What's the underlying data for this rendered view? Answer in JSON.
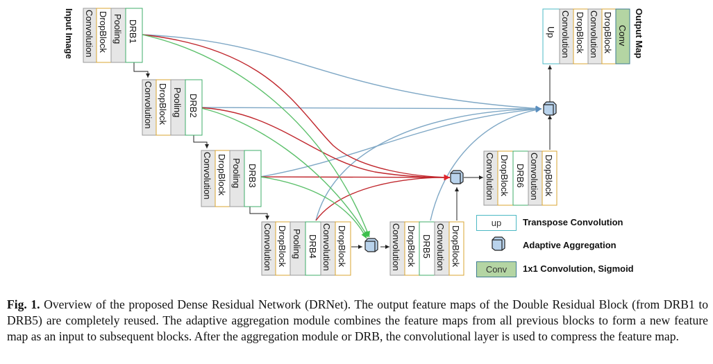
{
  "labels": {
    "input_image": "Input Image",
    "output_map": "Output Map",
    "convolution": "Convolution",
    "dropblock": "DropBlock",
    "pooling": "Pooling",
    "up": "Up",
    "conv": "Conv",
    "drb1": "DRB1",
    "drb2": "DRB2",
    "drb3": "DRB3",
    "drb4": "DRB4",
    "drb5": "DRB5",
    "drb6": "DRB6"
  },
  "legend": {
    "up_box": "up",
    "up_text": "Transpose Convolution",
    "agg_text": "Adaptive Aggregation",
    "conv_box": "Conv",
    "conv_text": "1x1 Convolution, Sigmoid"
  },
  "caption": {
    "bold": "Fig. 1.",
    "text": " Overview of the proposed Dense Residual Network (DRNet). The output feature maps of the Double Residual Block (from DRB1 to DRB5)   are completely reused. The adaptive aggregation module combines the feature maps from all previous blocks to form a new feature map as an input to subsequent blocks. After the aggregation module or DRB, the convolutional layer is used to compress the feature map."
  },
  "colors": {
    "grey_fill": "#e6e6e6",
    "grey_border": "#9a9a9a",
    "orange_border": "#d9a531",
    "green_border": "#3fae6a",
    "teal_border": "#4bb8c4",
    "conv_fill": "#b4d5a3",
    "red": "#c0272d",
    "green": "#5cc06b",
    "blue": "#7ea7c5"
  }
}
